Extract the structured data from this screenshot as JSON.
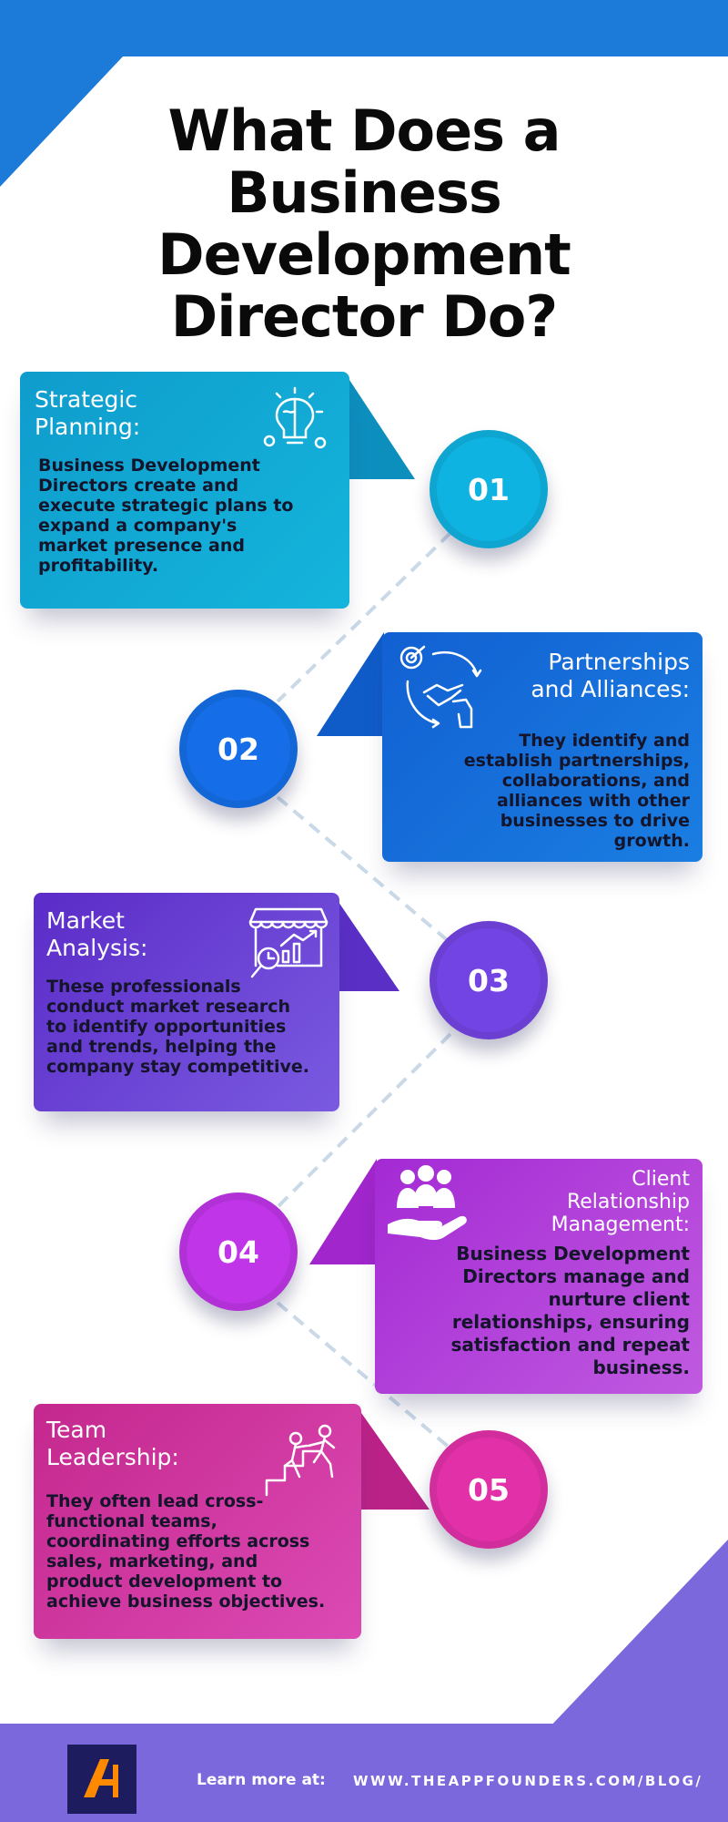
{
  "title": "What Does a Business Development Director Do?",
  "colors": {
    "corner_blue": "#1c7ad8",
    "footer_purple": "#7b68dd",
    "logo_navy": "#1c1c5e",
    "logo_orange": "#ff8a00",
    "connector": "#c9d9e8"
  },
  "steps": [
    {
      "number": "01",
      "title": "Strategic Planning:",
      "body": "Business Development Directors create and execute strategic plans to expand a company's market presence and profitability.",
      "icon": "brain-bulb-gears-icon",
      "color": "#10a8cf"
    },
    {
      "number": "02",
      "title": "Partnerships and Alliances:",
      "body": "They identify and establish partnerships, collaborations, and alliances with other businesses to drive growth.",
      "icon": "handshake-target-icon",
      "color": "#1467d6"
    },
    {
      "number": "03",
      "title": "Market Analysis:",
      "body": "These professionals conduct market research to identify opportunities and trends, helping the company stay competitive.",
      "icon": "market-stall-chart-icon",
      "color": "#6a3fd2"
    },
    {
      "number": "04",
      "title": "Client Relationship Management:",
      "body": "Business Development Directors manage and nurture client relationships, ensuring satisfaction and repeat business.",
      "icon": "hand-people-icon",
      "color": "#b031d6"
    },
    {
      "number": "05",
      "title": "Team Leadership:",
      "body": "They often lead cross-functional teams, coordinating efforts across sales, marketing, and product development to achieve business objectives.",
      "icon": "team-climb-stairs-icon",
      "color": "#d02f9c"
    }
  ],
  "footer": {
    "learn_more": "Learn more at:",
    "url": "WWW.THEAPPFOUNDERS.COM/BLOG/",
    "logo": "app-founders-logo"
  }
}
